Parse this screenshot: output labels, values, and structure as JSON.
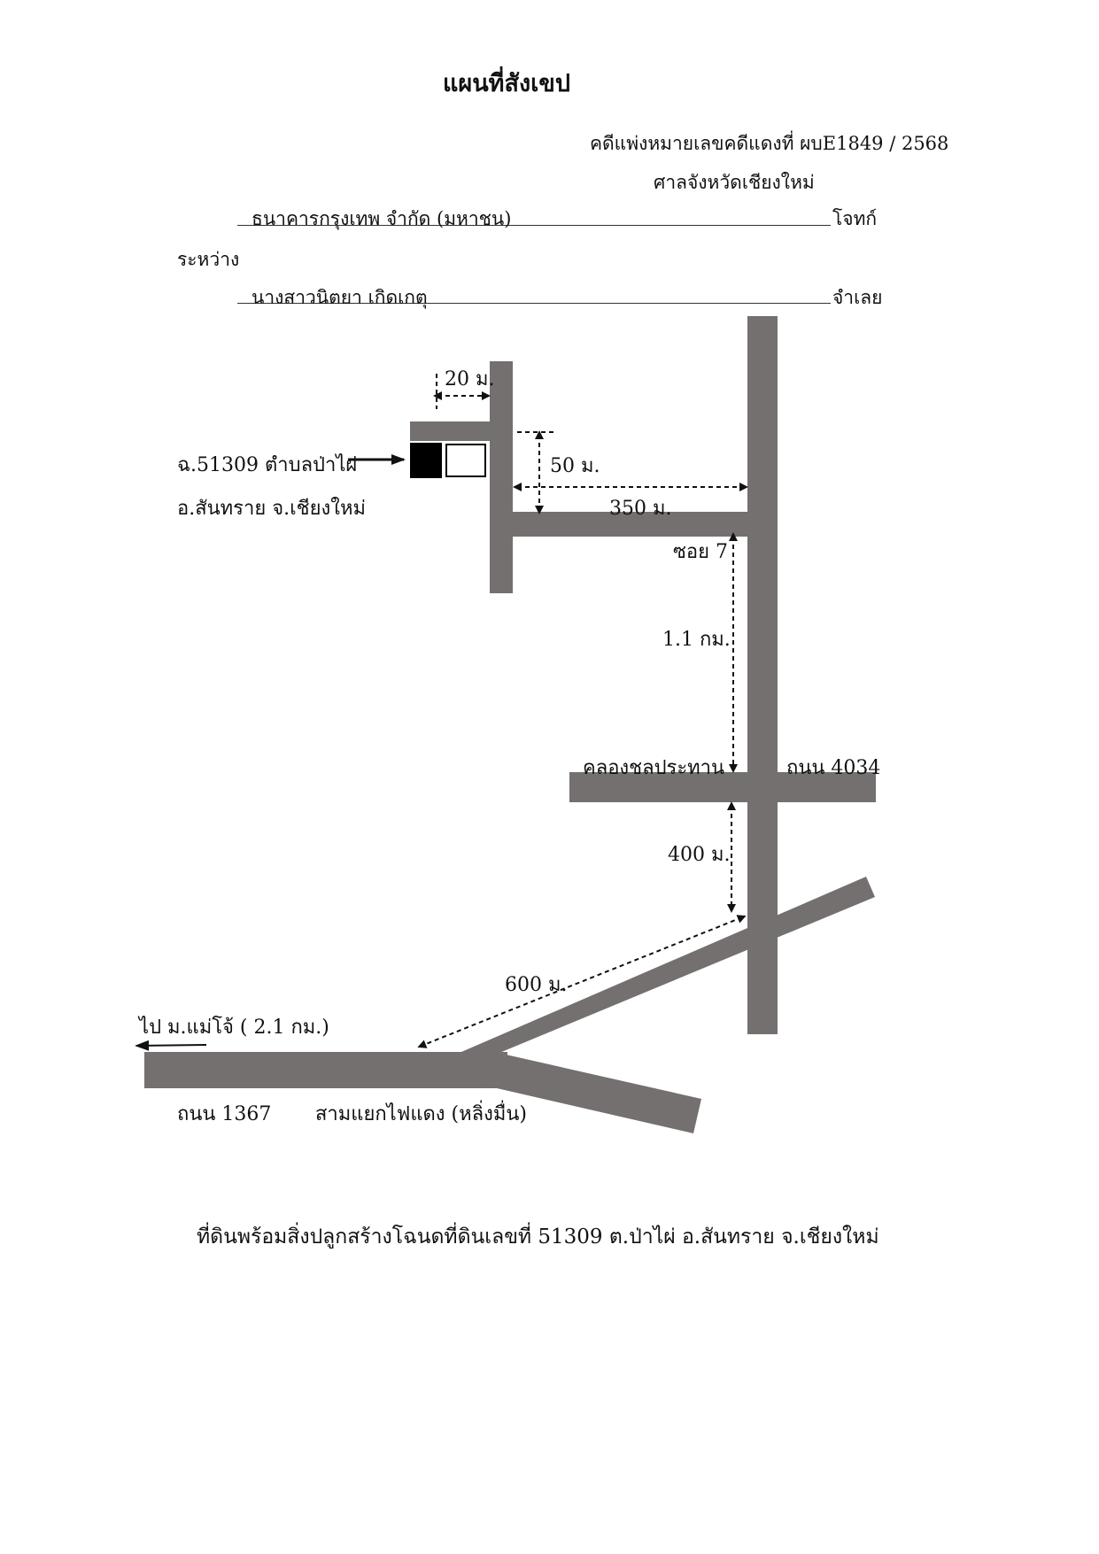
{
  "title": "แผนที่สังเขป",
  "case": {
    "number_line": "คดีแพ่งหมายเลขคดีแดงที่ ผบE1849 / 2568",
    "court": "ศาลจังหวัดเชียงใหม่",
    "plaintiff_name": "ธนาคารกรุงเทพ จำกัด (มหาชน)",
    "plaintiff_role": "โจทก์",
    "between": "ระหว่าง",
    "defendant_name": "นางสาวนิตยา เกิดเกตุ",
    "defendant_role": "จำเลย"
  },
  "map": {
    "road_color": "#747070",
    "parcel_line1": "ฉ.51309 ตำบลป่าไผ่",
    "parcel_line2": "อ.สันทราย จ.เชียงใหม่",
    "dist_20": "20 ม.",
    "dist_50": "50 ม.",
    "dist_350": "350 ม.",
    "soi": "ซอย 7",
    "dist_1_1": "1.1 กม.",
    "canal": "คลองชลประทาน",
    "road_4034": "ถนน 4034",
    "dist_400": "400 ม.",
    "dist_600": "600 ม.",
    "to_mae_jo": "ไป ม.แม่โจ้ ( 2.1 กม.)",
    "road_1367": "ถนน 1367",
    "junction": "สามแยกไฟแดง (หลิ่งมื่น)"
  },
  "caption": "ที่ดินพร้อมสิ่งปลูกสร้างโฉนดที่ดินเลขที่ 51309 ต.ป่าไผ่ อ.สันทราย จ.เชียงใหม่"
}
